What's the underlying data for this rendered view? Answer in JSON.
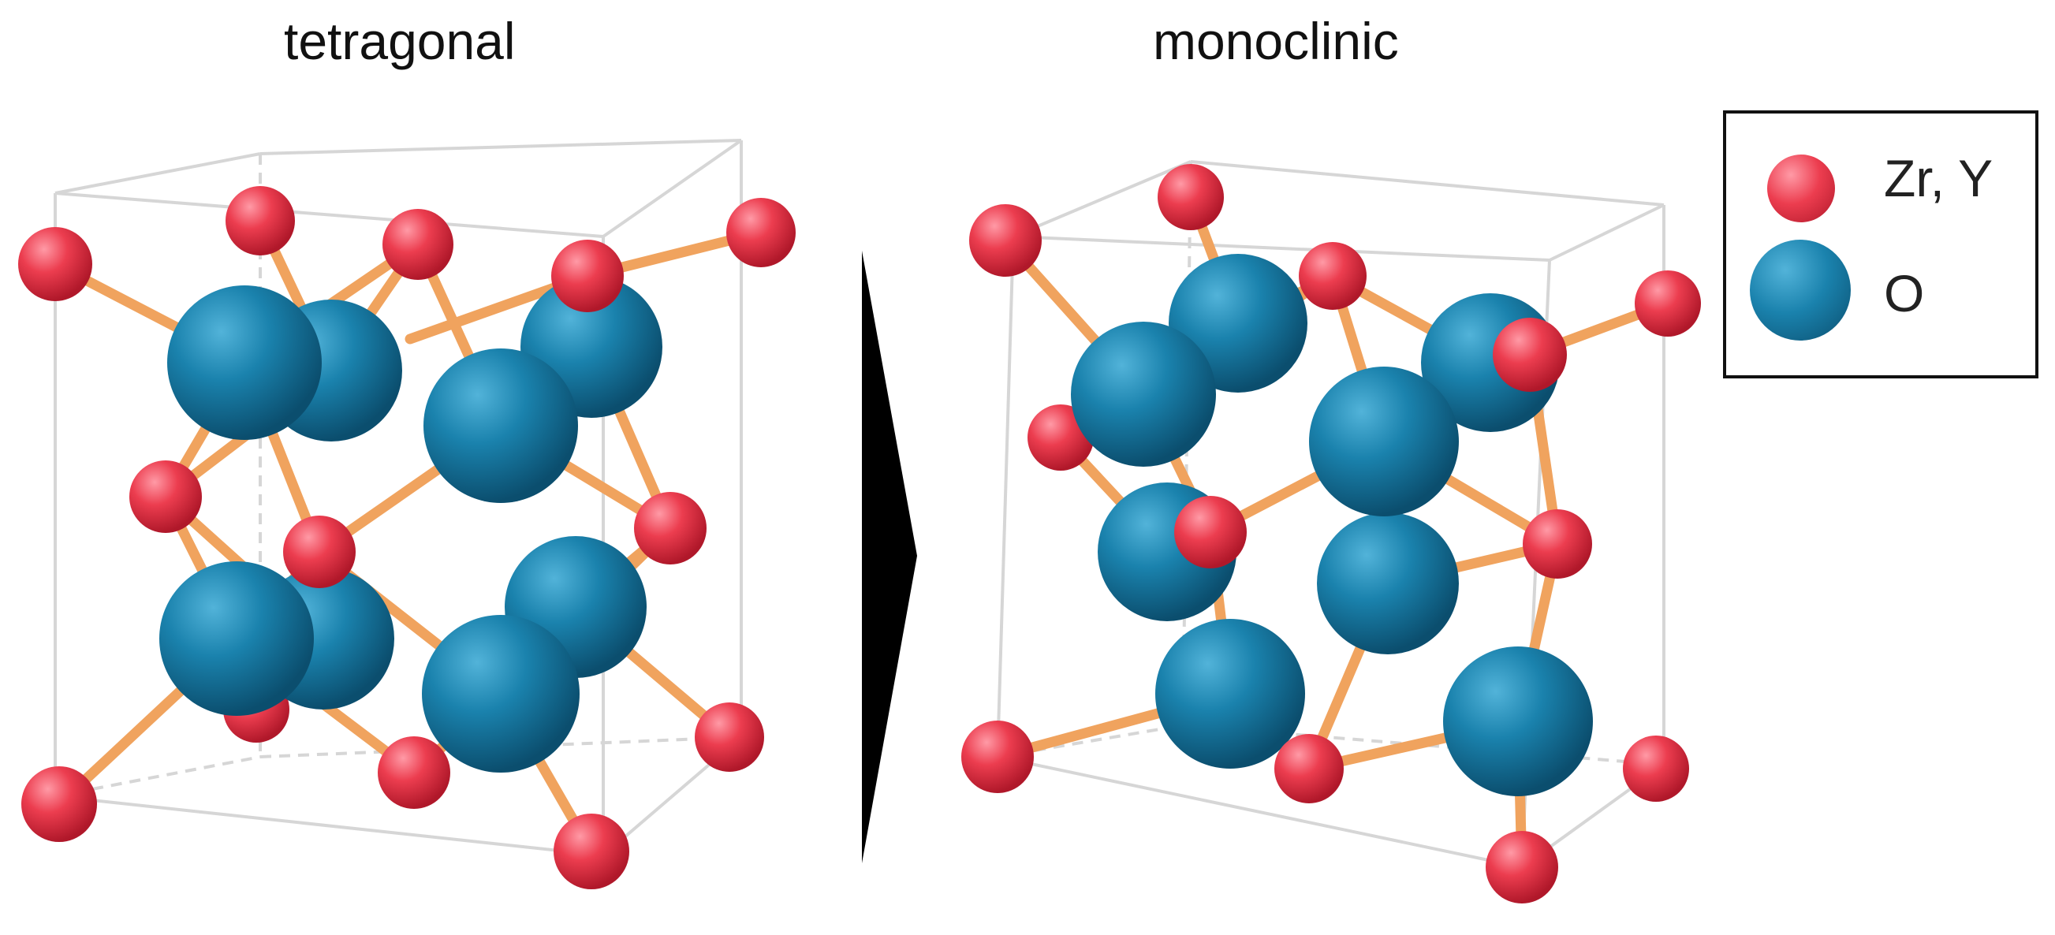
{
  "titles": {
    "left": "tetragonal",
    "right": "monoclinic"
  },
  "legend": {
    "items": [
      {
        "label": "Zr, Y",
        "color": "#e8384a",
        "icon": "red-sphere-icon"
      },
      {
        "label": "O",
        "color": "#1b7fa8",
        "icon": "blue-sphere-icon"
      }
    ]
  },
  "colors": {
    "zr_atom": "#e8384a",
    "o_atom": "#1b7fa8",
    "bond": "#f0a35e",
    "cell_edge": "#d6d6d6",
    "arrow": "#000000"
  }
}
